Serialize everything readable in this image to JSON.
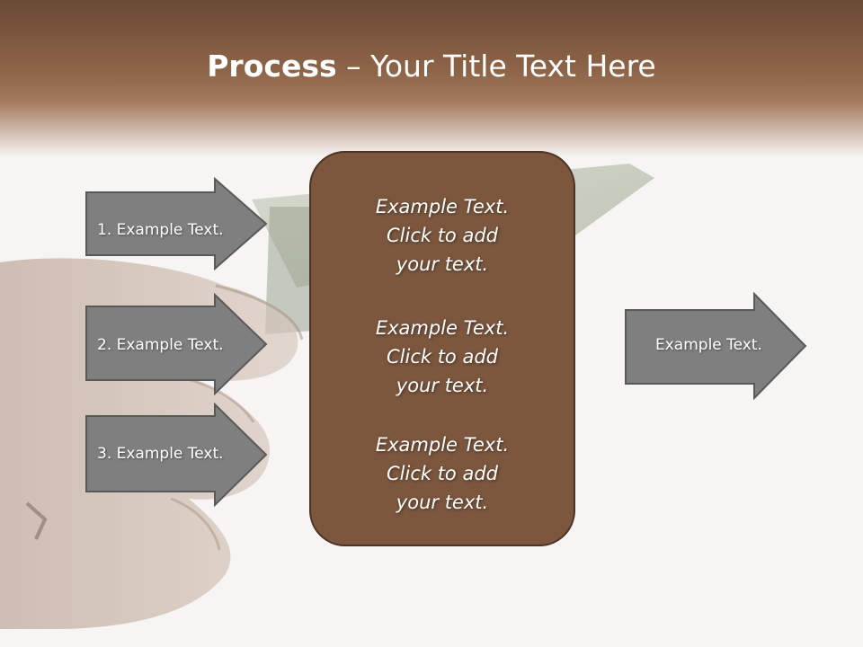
{
  "title": {
    "bold": "Process",
    "rest": " – Your Title Text Here"
  },
  "left_steps": [
    {
      "label": "1. Example Text."
    },
    {
      "label": "2. Example Text."
    },
    {
      "label": "3. Example Text."
    }
  ],
  "center_blocks": [
    {
      "lines": [
        "Example Text.",
        "Click  to add",
        "your text."
      ]
    },
    {
      "lines": [
        "Example Text.",
        "Click  to add",
        "your text."
      ]
    },
    {
      "lines": [
        "Example Text.",
        "Click  to add",
        "your text."
      ]
    }
  ],
  "output": {
    "label": "Example Text."
  },
  "colors": {
    "arrow_fill": "#7f7f7f",
    "arrow_stroke": "#595959",
    "center_fill": "#7c573e",
    "title_band": "#8e6448"
  }
}
